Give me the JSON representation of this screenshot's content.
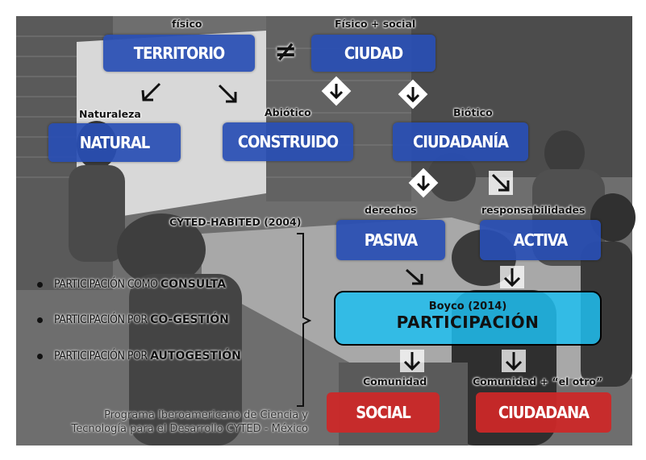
{
  "colors": {
    "blue": "#284eb4",
    "red": "#cd2828",
    "cyan": "#1ebef0"
  },
  "top": {
    "territorio": {
      "caption": "físico",
      "label": "TERRITORIO"
    },
    "ciudad": {
      "caption": "Físico + social",
      "label": "CIUDAD"
    },
    "neq_symbol": "≠"
  },
  "level2": {
    "natural": {
      "caption": "Naturaleza",
      "label": "NATURAL"
    },
    "construido": {
      "caption": "Abiótico",
      "label": "CONSTRUIDO"
    },
    "ciudadania": {
      "caption": "Biótico",
      "label": "CIUDADANÍA"
    }
  },
  "level3": {
    "pasiva": {
      "caption": "derechos",
      "label": "PASIVA"
    },
    "activa": {
      "caption": "responsabilidades",
      "label": "ACTIVA"
    }
  },
  "center": {
    "citation": "Boyco (2014)",
    "label": "PARTICIPACIÓN"
  },
  "level4": {
    "social": {
      "caption": "Comunidad",
      "label": "SOCIAL"
    },
    "ciudadana": {
      "caption": "Comunidad + “el otro”",
      "label": "CIUDADANA"
    }
  },
  "cyted": {
    "heading": "CYTED-HABITED (2004)",
    "items": [
      {
        "prefix": "PARTICIPACIÓN  COMO ",
        "keyword": "CONSULTA"
      },
      {
        "prefix": "PARTICIPACIÓN  POR ",
        "keyword": "CO-GESTIÓN"
      },
      {
        "prefix": "PARTICIPACIÓN  POR ",
        "keyword": "AUTOGESTIÓN"
      }
    ]
  },
  "footer": {
    "line1": "Programa Iberoamericano de Ciencia y",
    "line2": "Tecnología para el Desarrollo CYTED - México"
  }
}
